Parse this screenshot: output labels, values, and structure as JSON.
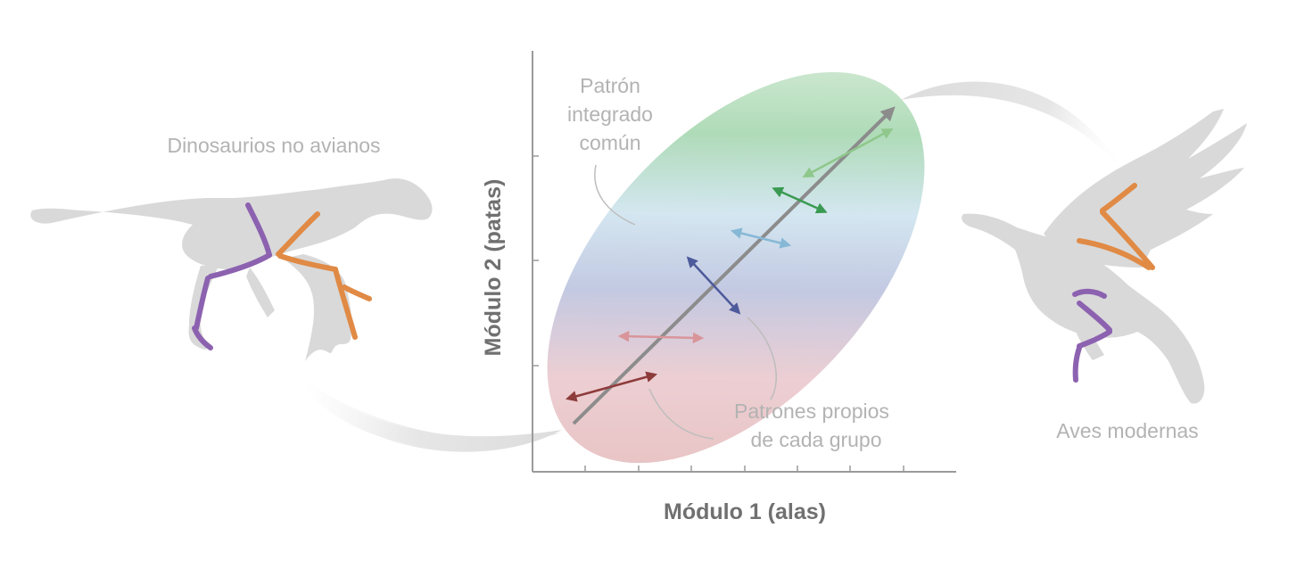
{
  "labels": {
    "left_group": "Dinosaurios no avianos",
    "right_group": "Aves modernas",
    "common_pattern": [
      "Patrón",
      "integrado",
      "común"
    ],
    "group_patterns": [
      "Patrones propios",
      "de cada grupo"
    ]
  },
  "axes": {
    "x_title": "Módulo 1 (alas)",
    "y_title": "Módulo 2 (patas)"
  },
  "colors": {
    "silhouette": "#d9d9d9",
    "wing_bones": "#e08a45",
    "leg_bones": "#8c62b0",
    "axis": "#9a9a9a",
    "main_arrow": "#8c8c8c",
    "ellipse_red": "#e3b8b8",
    "ellipse_blue": "#bcc4df",
    "ellipse_lightblue": "#cde3ee",
    "ellipse_green": "#a9d8b0",
    "arrow_darkred": "#8e3b3b",
    "arrow_pink": "#d9959a",
    "arrow_navy": "#4d5a9b",
    "arrow_skyblue": "#87b8d6",
    "arrow_green": "#3a9a52",
    "arrow_lightgreen": "#8fc78c"
  },
  "icons": {
    "left": "non-avian-dinosaur-silhouette",
    "right": "modern-bird-silhouette"
  }
}
